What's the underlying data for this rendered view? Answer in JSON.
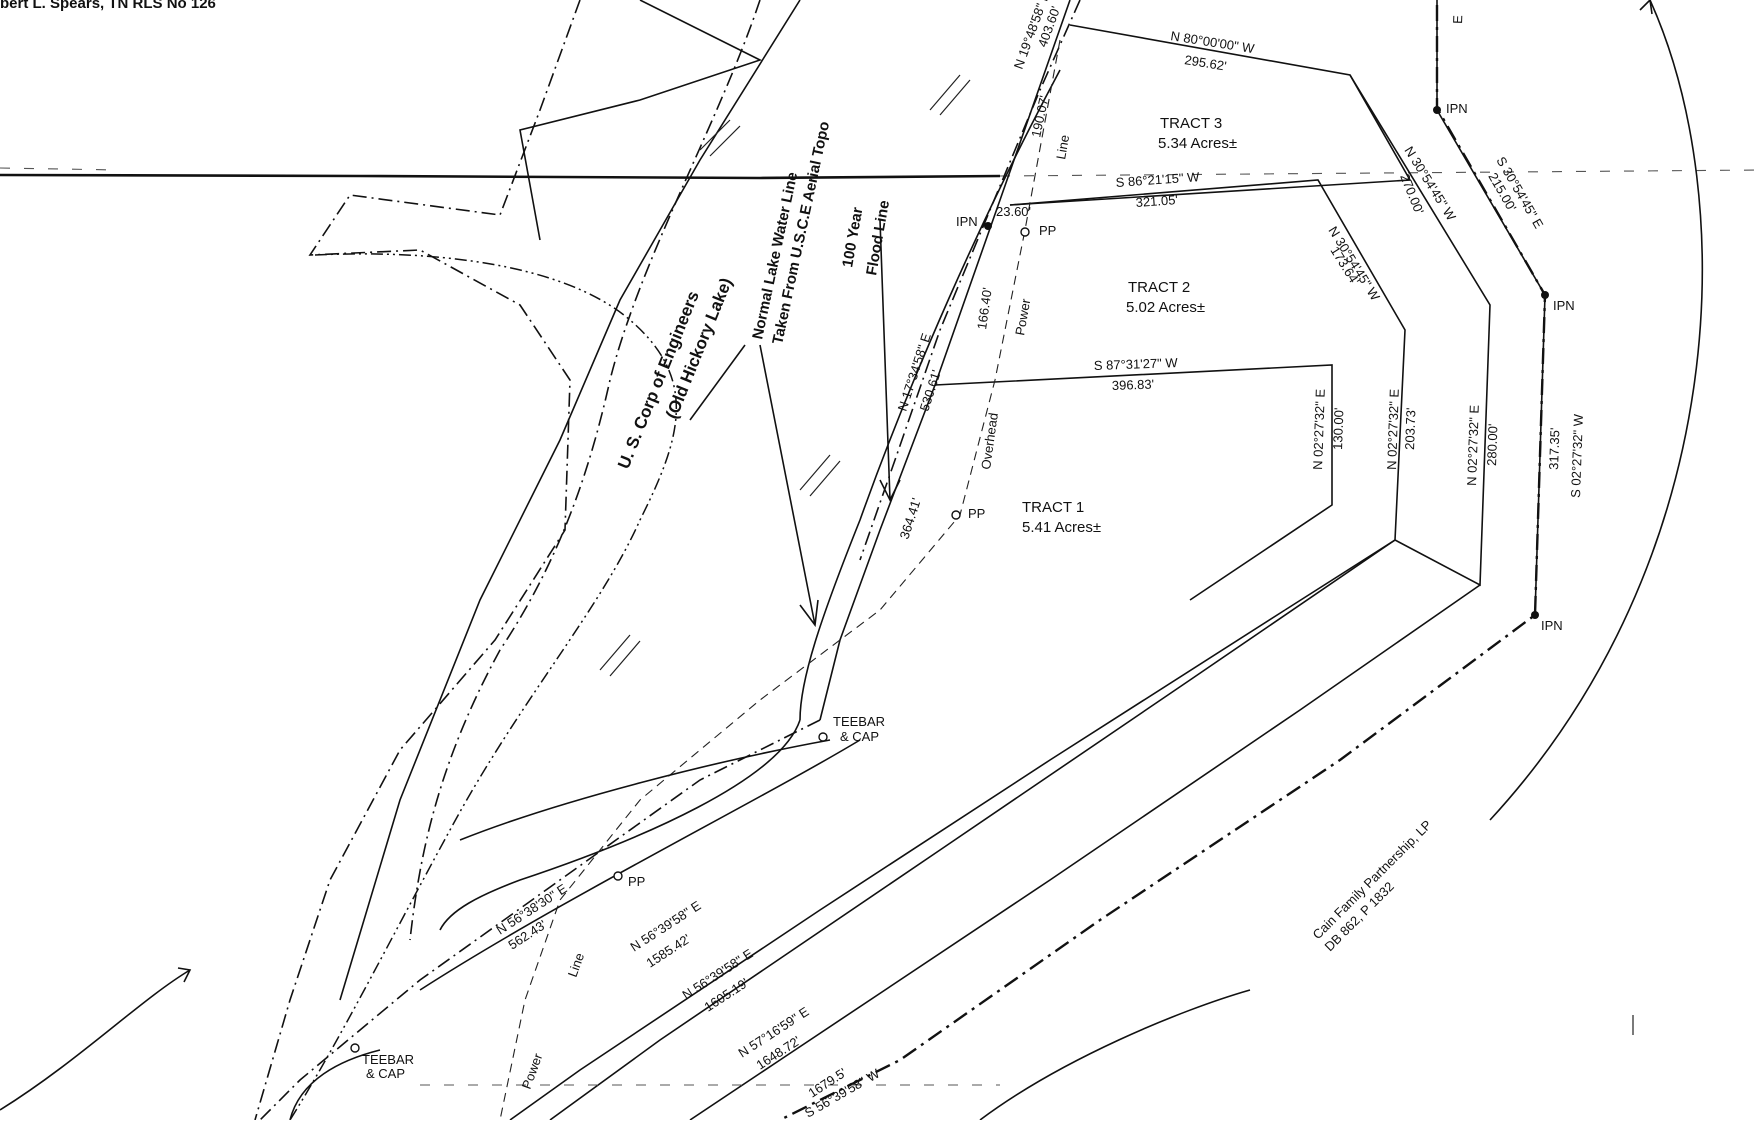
{
  "header": {
    "surveyor": "bert L. Spears, TN RLS No 126"
  },
  "tracts": [
    {
      "name": "TRACT 3",
      "area": "5.34 Acres±"
    },
    {
      "name": "TRACT 2",
      "area": "5.02 Acres±"
    },
    {
      "name": "TRACT 1",
      "area": "5.41 Acres±"
    }
  ],
  "annotations": {
    "corps_line1": "U. S. Corp of Engineers",
    "corps_line2": "(Old Hickory Lake)",
    "water_line1": "Normal Lake Water Line",
    "water_line2": "Taken From U.S.C.E Aerial Topo",
    "flood_line1": "100 Year",
    "flood_line2": "Flood Line",
    "owner_line1": "Cain Family Partnership, LP",
    "owner_line2": "DB 862, P 1832",
    "overhead": "Overhead",
    "power_upper": "Power",
    "line_upper": "Line",
    "power_lower": "Power",
    "line_lower": "Line",
    "top_right_e": "E"
  },
  "monuments": {
    "ipn": "IPN",
    "pp": "PP",
    "teebar_1": "TEEBAR",
    "teebar_2": "& CAP"
  },
  "calls": {
    "t3_north_bearing": "N 80°00'00\" W",
    "t3_north_dist": "295.62'",
    "t3_south_bearing": "S 86°21'15\" W",
    "t3_south_dist": "321.05'",
    "t3_west_dist": "190.07'",
    "t3_nw_bearing": "N 19°48'58\" E",
    "t3_nw_dist": "403.60'",
    "t2_south_bearing": "S 87°31'27\" W",
    "t2_south_dist": "396.83'",
    "t2_west_dist": "166.40'",
    "t2_seg": "23.60'",
    "t2_east_bearing": "N 30°54'45\" W",
    "t2_east_dist": "173.64'",
    "t1_west_bearing": "N 17°34'58\" E",
    "t1_west_dist": "530.61'",
    "t1_west_dist2": "364.41'",
    "t1_east_bearing": "N 02°27'32\" E",
    "t1_east_dist": "130.00'",
    "c1_bearing": "N 02°27'32\" E",
    "c1_dist": "203.73'",
    "c2_bearing": "N 30°54'45\" W",
    "c2_dist": "270.00'",
    "c3_bearing": "N 02°27'32\" E",
    "c3_dist": "280.00'",
    "c4_bearing": "S 30°54'45\" E",
    "c4_dist": "215.00'",
    "c5_bearing": "S 02°27'32\" W",
    "c5_dist": "317.35'",
    "d1_bearing": "N 56°38'30\" E",
    "d1_dist": "562.43'",
    "d2_bearing": "N 56°39'58\" E",
    "d2_dist": "1585.42'",
    "d3_bearing": "N 56°39'58\" E",
    "d3_dist": "1605.19'",
    "d4_bearing": "N 57°16'59\" E",
    "d4_dist": "1648.72'",
    "d5_dist": "1679.5'",
    "d5_bearing": "S 56°39'58\" W"
  }
}
